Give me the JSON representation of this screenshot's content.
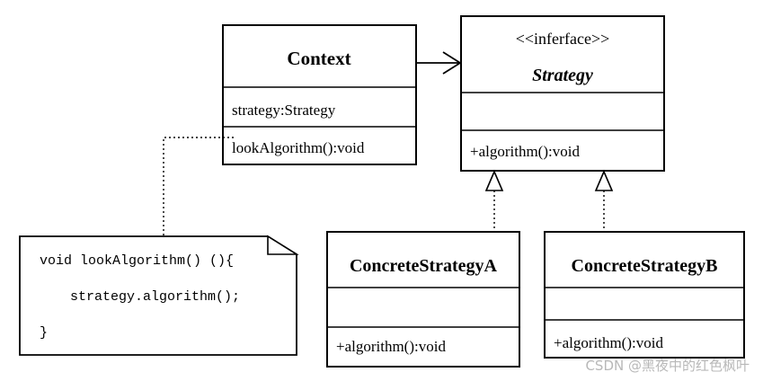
{
  "context": {
    "name": "Context",
    "attribute": "strategy:Strategy",
    "operation": "lookAlgorithm():void"
  },
  "strategy": {
    "stereotype": "<<inferface>>",
    "name": "Strategy",
    "operation": "+algorithm():void"
  },
  "concrete_a": {
    "name": "ConcreteStrategyA",
    "operation": "+algorithm():void"
  },
  "concrete_b": {
    "name": "ConcreteStrategyB",
    "operation": "+algorithm():void"
  },
  "note": {
    "lines": [
      "void lookAlgorithm()  (){",
      "strategy.algorithm();",
      "}"
    ]
  },
  "watermark": "CSDN @黑夜中的红色枫叶"
}
